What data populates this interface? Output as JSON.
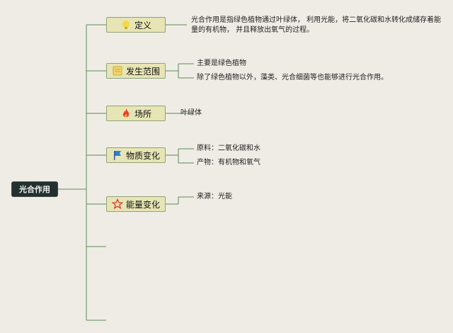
{
  "root": {
    "label": "光合作用"
  },
  "topics": [
    {
      "label": "定义",
      "icon": "bulb-icon",
      "items": [
        "光合作用是指绿色植物通过叶绿体， 利用光能，将二氧化碳和水转化成储存着能量的有机物， 并且释放出氧气的过程。"
      ]
    },
    {
      "label": "发生范围",
      "icon": "note-icon",
      "items": [
        "主要是绿色植物",
        "除了绿色植物以外，藻类、光合细菌等也能够进行光合作用。"
      ]
    },
    {
      "label": "场所",
      "icon": "fire-icon",
      "items": [
        "叶绿体"
      ]
    },
    {
      "label": "物质变化",
      "icon": "flag-icon",
      "items": [
        "原料：二氧化碳和水",
        "产物：有机物和氧气"
      ]
    },
    {
      "label": "能量变化",
      "icon": "star-icon",
      "items": [
        "来源：光能"
      ]
    }
  ],
  "colors": {
    "line": "#5d8a5a",
    "topic_fill": "#e7e5b5",
    "root_fill": "#22312f"
  }
}
